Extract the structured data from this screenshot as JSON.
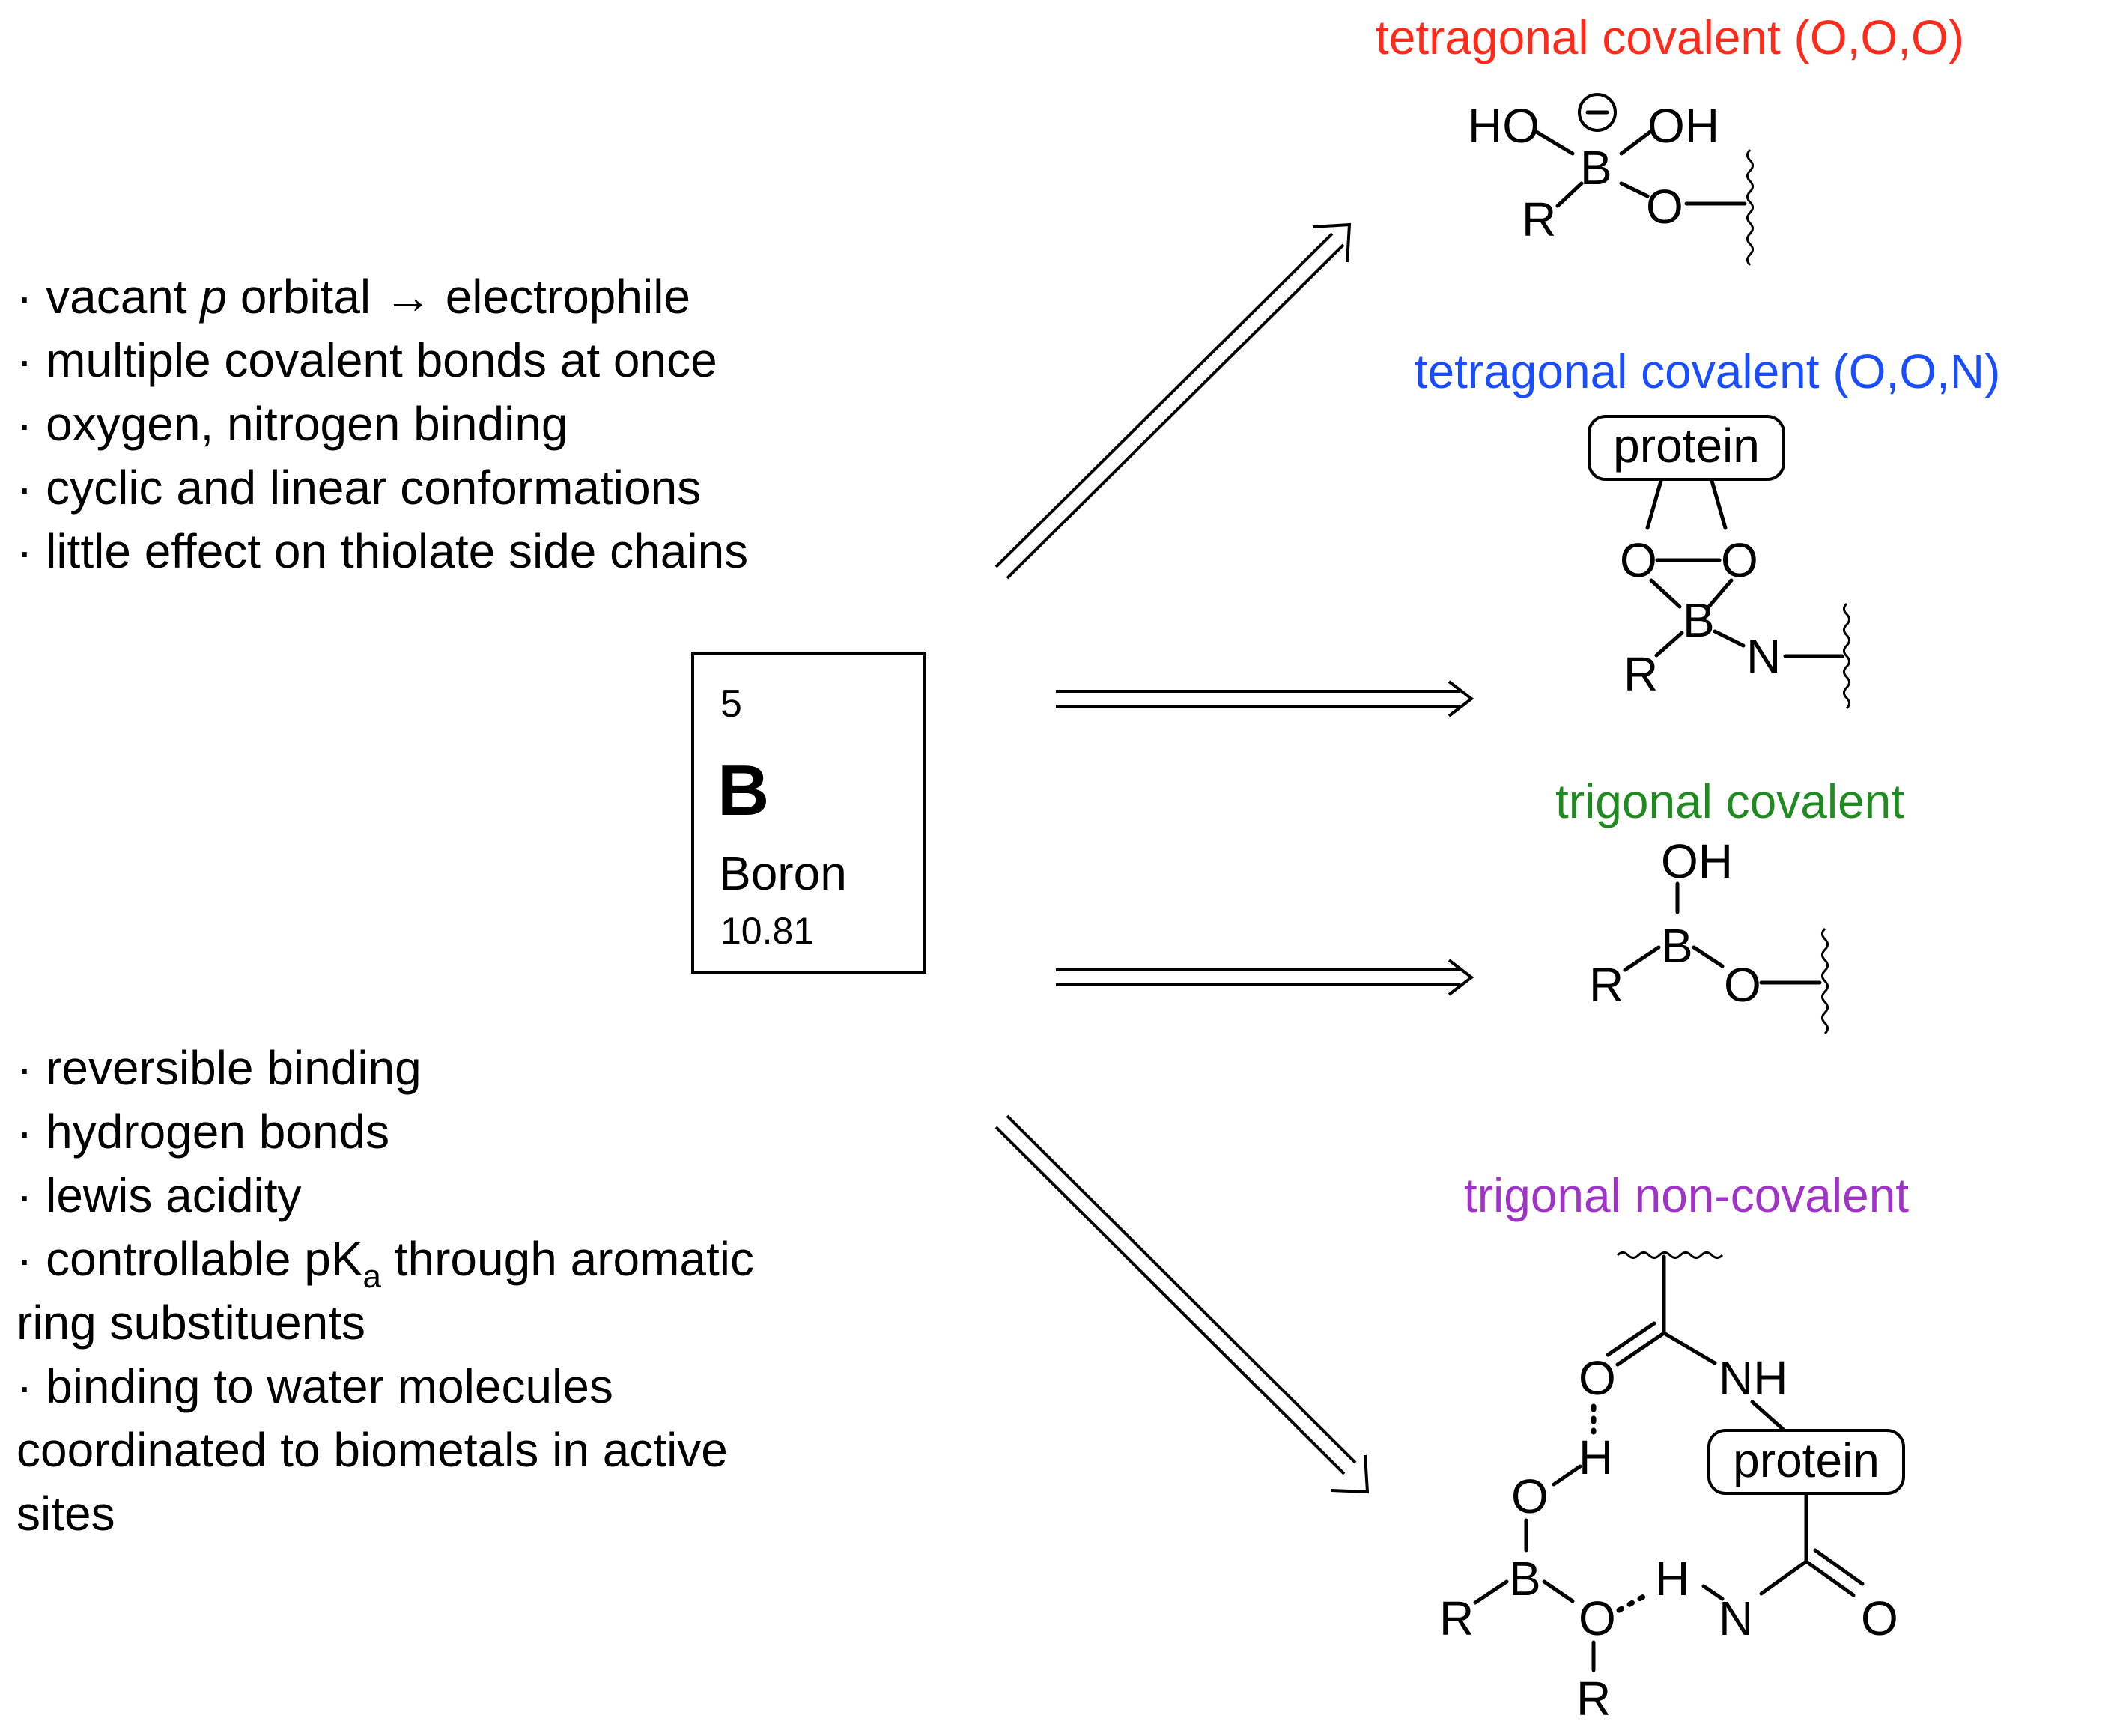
{
  "element": {
    "number": "5",
    "symbol": "B",
    "name": "Boron",
    "mass": "10.81"
  },
  "properties_top": [
    {
      "prefix": "· vacant ",
      "italic": "p",
      "suffix": " orbital → electrophile"
    },
    {
      "prefix": "· multiple covalent bonds at once",
      "italic": "",
      "suffix": ""
    },
    {
      "prefix": "· oxygen, nitrogen binding",
      "italic": "",
      "suffix": ""
    },
    {
      "prefix": "· cyclic and linear conformations",
      "italic": "",
      "suffix": ""
    },
    {
      "prefix": "· little effect on thiolate side chains",
      "italic": "",
      "suffix": ""
    }
  ],
  "properties_bottom": {
    "line1": "· reversible binding",
    "line2": "· hydrogen bonds",
    "line3": "· lewis acidity",
    "line4_prefix": "· controllable pK",
    "line4_sub": "a",
    "line4_suffix": " through aromatic",
    "line5": "ring substituents",
    "line6": "· binding to water molecules",
    "line7": "coordinated to biometals in active",
    "line8": "sites"
  },
  "modes": [
    {
      "label": "tetragonal covalent (O,O,O)",
      "color": "#ff2a1a"
    },
    {
      "label": "tetragonal covalent (O,O,N)",
      "color": "#1a4dff"
    },
    {
      "label": "trigonal covalent",
      "color": "#1f8a1f"
    },
    {
      "label": "trigonal non-covalent",
      "color": "#a033c7"
    }
  ],
  "atoms": {
    "boron": "B",
    "hydroxyl": "OH",
    "hydroxyl_left": "HO",
    "oxygen": "O",
    "nitrogen": "N",
    "amine": "NH",
    "hydrogen": "H",
    "residue": "R",
    "protein": "protein",
    "charge": "−"
  }
}
